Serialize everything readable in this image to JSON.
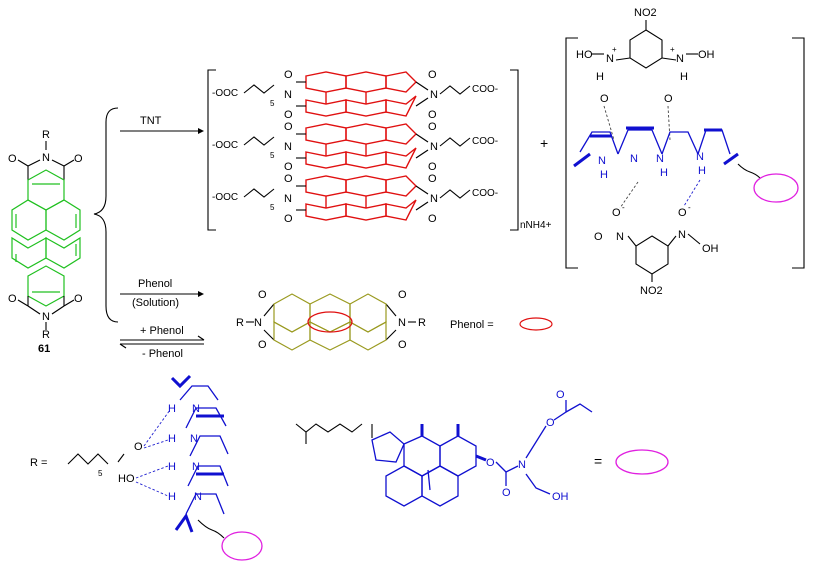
{
  "compound": {
    "number": "61",
    "substituent": "R",
    "imide_N": "N",
    "carbonyl_O": "O"
  },
  "reactions": {
    "tnt": {
      "label": "TNT"
    },
    "phenol_solution": {
      "label": "Phenol",
      "sublabel": "(Solution)"
    },
    "plus_phenol": {
      "label": "+ Phenol"
    },
    "minus_phenol": {
      "label": "- Phenol"
    }
  },
  "aggregate": {
    "rows": [
      {
        "left": "-OOC",
        "sub": "5",
        "right": "COO-"
      },
      {
        "left": "-OOC",
        "sub": "5",
        "right": "COO-"
      },
      {
        "left": "-OOC",
        "sub": "5",
        "right": "COO-"
      }
    ],
    "counterion": "nNH4+",
    "plus": "+"
  },
  "complex": {
    "nitro_top": "NO2",
    "nitro_bottom": "NO2",
    "HO_N": "HO",
    "N_OH": "OH",
    "nh_label": "N",
    "h_label": "H",
    "o_label": "O",
    "plus_sign": "+",
    "minus_sign": "-"
  },
  "phenol_product": {
    "R_left": "R",
    "R_right": "R",
    "legend": "Phenol ="
  },
  "r_definition": {
    "prefix": "R =",
    "subscript": "5",
    "carbonyl": "O",
    "hydroxyl": "HO",
    "nh": "N",
    "h": "H"
  },
  "cholesterol": {
    "equals": "=",
    "oh": "OH",
    "n": "N",
    "o": "O"
  },
  "colors": {
    "perylene_start": "#20c020",
    "perylene_aggregate": "#e01010",
    "perylene_phenol": "#9a9a20",
    "pillar_arene": "#1010d0",
    "cholesterol": "#1010d0",
    "phenol_ellipse": "#e01010",
    "cholesterol_ellipse": "#e020e0"
  }
}
